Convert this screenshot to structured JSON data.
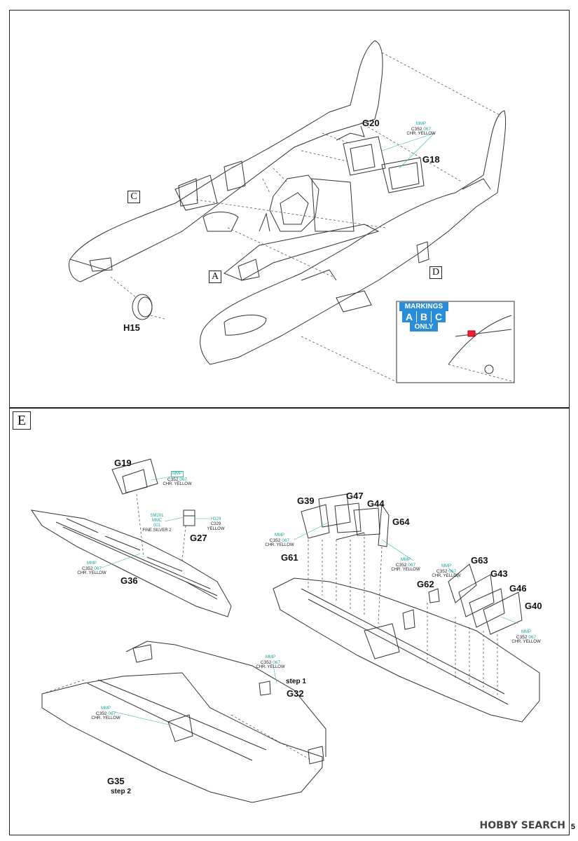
{
  "step_label": "E",
  "top_view": {
    "parts": [
      {
        "label": "G20"
      },
      {
        "label": "G18"
      },
      {
        "label": "H15"
      }
    ],
    "section_letters": [
      "C",
      "A",
      "D"
    ],
    "markings": {
      "line1": "MARKINGS",
      "letters": [
        "A",
        "B",
        "C"
      ],
      "line3": "ONLY"
    }
  },
  "paints": [
    {
      "brand": "MMP",
      "code": "C352",
      "code2": "067",
      "name": "CHR. YELLOW"
    }
  ],
  "paint_g27": {
    "brand": "SM201",
    "brand2": "MMC",
    "code": "001",
    "name": "FINE SILVER 2",
    "alt_code": "H329",
    "alt_code2": "C329",
    "alt_name": "YELLOW"
  },
  "bottom_view": {
    "parts": [
      {
        "label": "G19"
      },
      {
        "label": "G27"
      },
      {
        "label": "G36"
      },
      {
        "label": "G39"
      },
      {
        "label": "G47"
      },
      {
        "label": "G44"
      },
      {
        "label": "G64"
      },
      {
        "label": "G61"
      },
      {
        "label": "G63"
      },
      {
        "label": "G43"
      },
      {
        "label": "G62"
      },
      {
        "label": "G46"
      },
      {
        "label": "G40"
      },
      {
        "label": "G32"
      },
      {
        "label": "G35"
      }
    ],
    "steps": {
      "step1": "step 1",
      "step2": "step 2"
    }
  },
  "watermark": "HOBBY SEARCH",
  "page_number": "5"
}
